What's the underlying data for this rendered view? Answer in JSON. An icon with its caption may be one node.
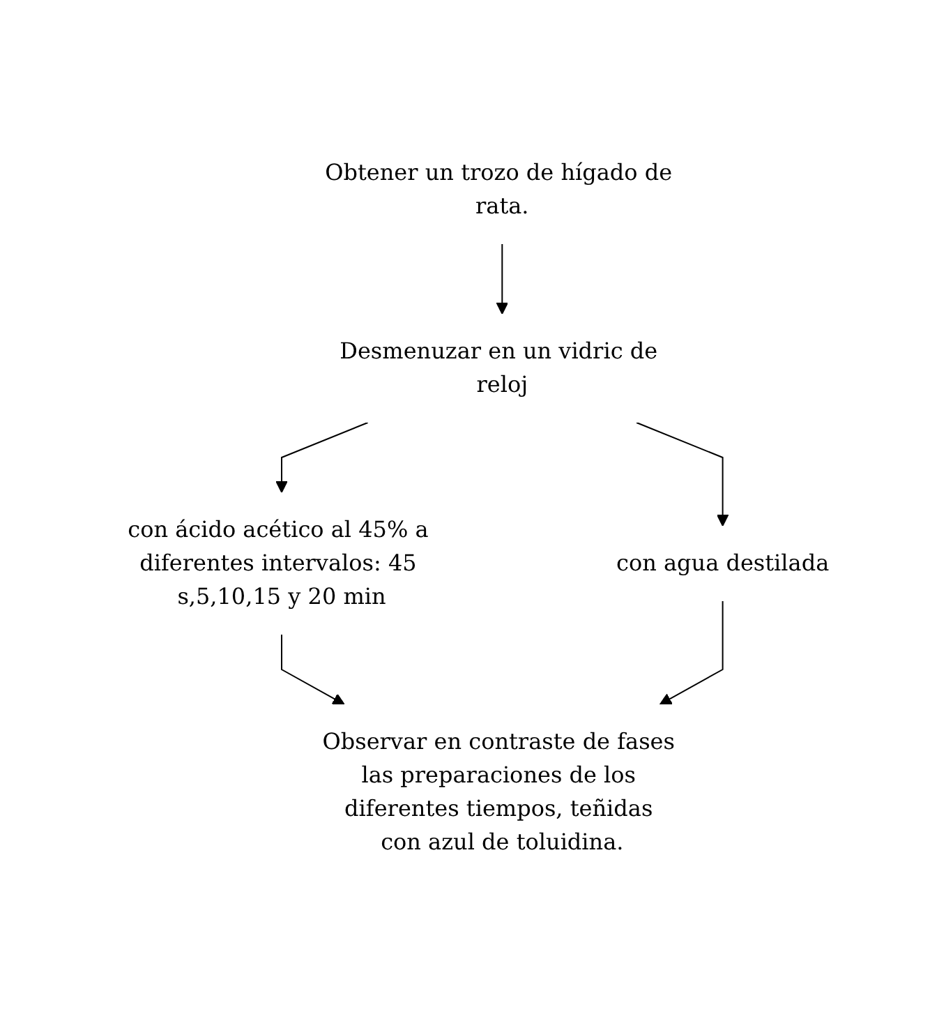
{
  "diagram": {
    "nodes": [
      {
        "text": [
          "Obtener un trozo de hígado de rata."
        ]
      },
      {
        "text": [
          "Desmenuzar en un vidric de reloj"
        ]
      },
      {
        "text": [
          "con ácido acético al 45% a diferentes intervalos: 45 s,5,10,15 y 20 min"
        ]
      },
      {
        "text": [
          "con agua destilada"
        ]
      },
      {
        "text": [
          "Observar en contraste de fases las preparaciones de los diferentes tiempos, teñidas con azul de toluidina."
        ]
      }
    ],
    "edges": [
      {
        "from": 0,
        "to": 1,
        "arrow": "to"
      },
      {
        "from": 1,
        "to": 2,
        "arrow": "to"
      },
      {
        "from": 1,
        "to": 3,
        "arrow": "to"
      },
      {
        "from": 2,
        "to": 4,
        "arrow": "to"
      },
      {
        "from": 3,
        "to": 4,
        "arrow": "to"
      }
    ]
  }
}
